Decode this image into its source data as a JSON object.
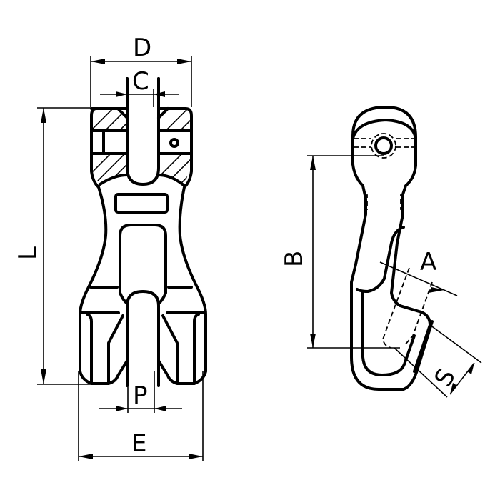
{
  "drawing": {
    "title": "Clevis grab hook dimension drawing",
    "colors": {
      "line": "#000000",
      "background": "#ffffff"
    },
    "front_view": {
      "dimensions": {
        "D": "D",
        "C": "C",
        "L": "L",
        "P": "P",
        "E": "E"
      }
    },
    "side_view": {
      "dimensions": {
        "B": "B",
        "A": "A",
        "S": "S"
      }
    }
  }
}
